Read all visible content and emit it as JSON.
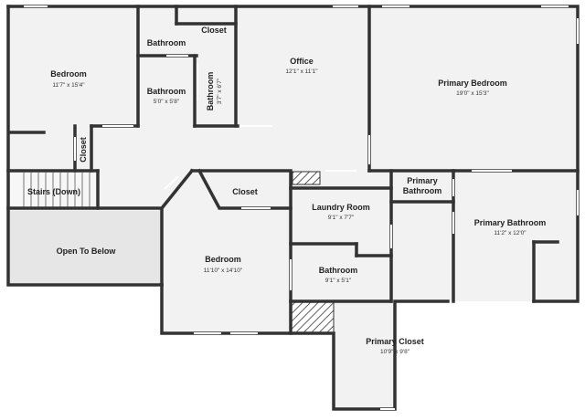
{
  "colors": {
    "wall": "#333333",
    "floor": "#f2f2f2",
    "open_area": "#e6e6e6",
    "window": "#c8c8c8",
    "background": "#ffffff"
  },
  "rooms": {
    "bedroom_left": {
      "name": "Bedroom",
      "dims": "11'7\" x 15'4\""
    },
    "bathroom_top": {
      "name": "Bathroom"
    },
    "closet_top": {
      "name": "Closet"
    },
    "bathroom_small": {
      "name": "Bathroom",
      "dims": "5'0\" x 5'8\""
    },
    "bathroom_vertical": {
      "name": "Bathroom",
      "dims": "3'7\" x 6'7\""
    },
    "office": {
      "name": "Office",
      "dims": "12'1\" x 11'1\""
    },
    "primary_bedroom": {
      "name": "Primary Bedroom",
      "dims": "19'0\" x 15'3\""
    },
    "closet_hall": {
      "name": "Closet"
    },
    "stairs": {
      "name": "Stairs (Down)"
    },
    "open_below": {
      "name": "Open To Below"
    },
    "closet_mid": {
      "name": "Closet"
    },
    "bedroom_center": {
      "name": "Bedroom",
      "dims": "11'10\" x 14'10\""
    },
    "laundry": {
      "name": "Laundry Room",
      "dims": "9'1\" x 7'7\""
    },
    "primary_bathroom_small": {
      "name_line1": "Primary",
      "name_line2": "Bathroom"
    },
    "primary_bathroom": {
      "name": "Primary Bathroom",
      "dims": "11'2\" x 12'0\""
    },
    "bathroom_mid": {
      "name": "Bathroom",
      "dims": "9'1\" x 5'1\""
    },
    "primary_closet": {
      "name": "Primary Closet",
      "dims": "10'9\" x 9'8\""
    }
  }
}
